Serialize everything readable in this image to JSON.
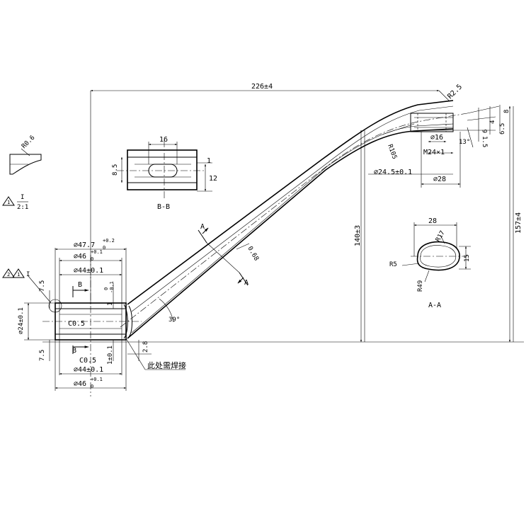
{
  "top": {
    "dim_length": "226±4",
    "r2_5": "R2.5",
    "r105": "R105",
    "dim_8": "8",
    "dim_6_5": "6.5",
    "dim_4": "4",
    "dim_6": "6",
    "dim_1_5": "1.5",
    "dim_13": "13°",
    "dia16": "∅16",
    "m24": "M24×1",
    "dia24_5": "∅24.5±0.1",
    "dia28": "∅28",
    "height140": "140±3",
    "height157": "157±4"
  },
  "detail_i": {
    "r0_6": "R0.6",
    "flag": "1",
    "label_i": "I",
    "scale": "2:1"
  },
  "section_bb": {
    "dim16": "16",
    "dim8_5": "8.5",
    "dim1": "1",
    "dim12": "12",
    "title": "B-B"
  },
  "section_aa": {
    "dim28": "28",
    "r17": "R17",
    "r5": "R5",
    "dim15": "15",
    "r49": "R49",
    "title": "A-A"
  },
  "tube": {
    "cut_a1": "A",
    "cut_a2": "A",
    "wall": "0.68",
    "angle": "39°"
  },
  "bottom": {
    "dia47_7": "∅47.7",
    "tol47_top": "+0.2",
    "tol47_bot": "0",
    "dia46a": "∅46",
    "tol46a_top": "+0.1",
    "tol46a_bot": "0",
    "dia44a": "∅44±0.1",
    "flag2": "2",
    "flag1": "1",
    "label_i": "I",
    "dim7_5a": "7.5",
    "dia24": "∅24±0.1",
    "dim7_5b": "7.5",
    "b1": "B",
    "b2": "B",
    "c05a": "C0.5",
    "c05b": "C0.5",
    "dim1a": "1",
    "tol1a_top": "0",
    "tol1a_bot": "-0.1",
    "dim1b": "1±0.1",
    "dim2_8": "2.8",
    "dia44b": "∅44±0.1",
    "dia46b": "∅46",
    "tol46b_top": "+0.1",
    "tol46b_bot": "0",
    "weld": "此处需焊接"
  }
}
